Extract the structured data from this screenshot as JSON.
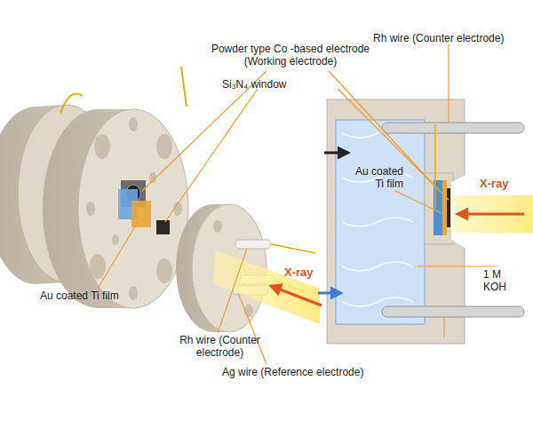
{
  "diagram": {
    "labels": [
      "Rh wire (Counter electrode)",
      "Powder type Co -based electrode (Working electrode)",
      "Si₃N₄ window",
      "Au coated Ti film",
      "X-ray",
      "1 M KOH",
      "Au coated Ti film",
      "Rh wire (Counter electrode)",
      "X-ray",
      "Ag wire (Reference electrode)"
    ]
  }
}
